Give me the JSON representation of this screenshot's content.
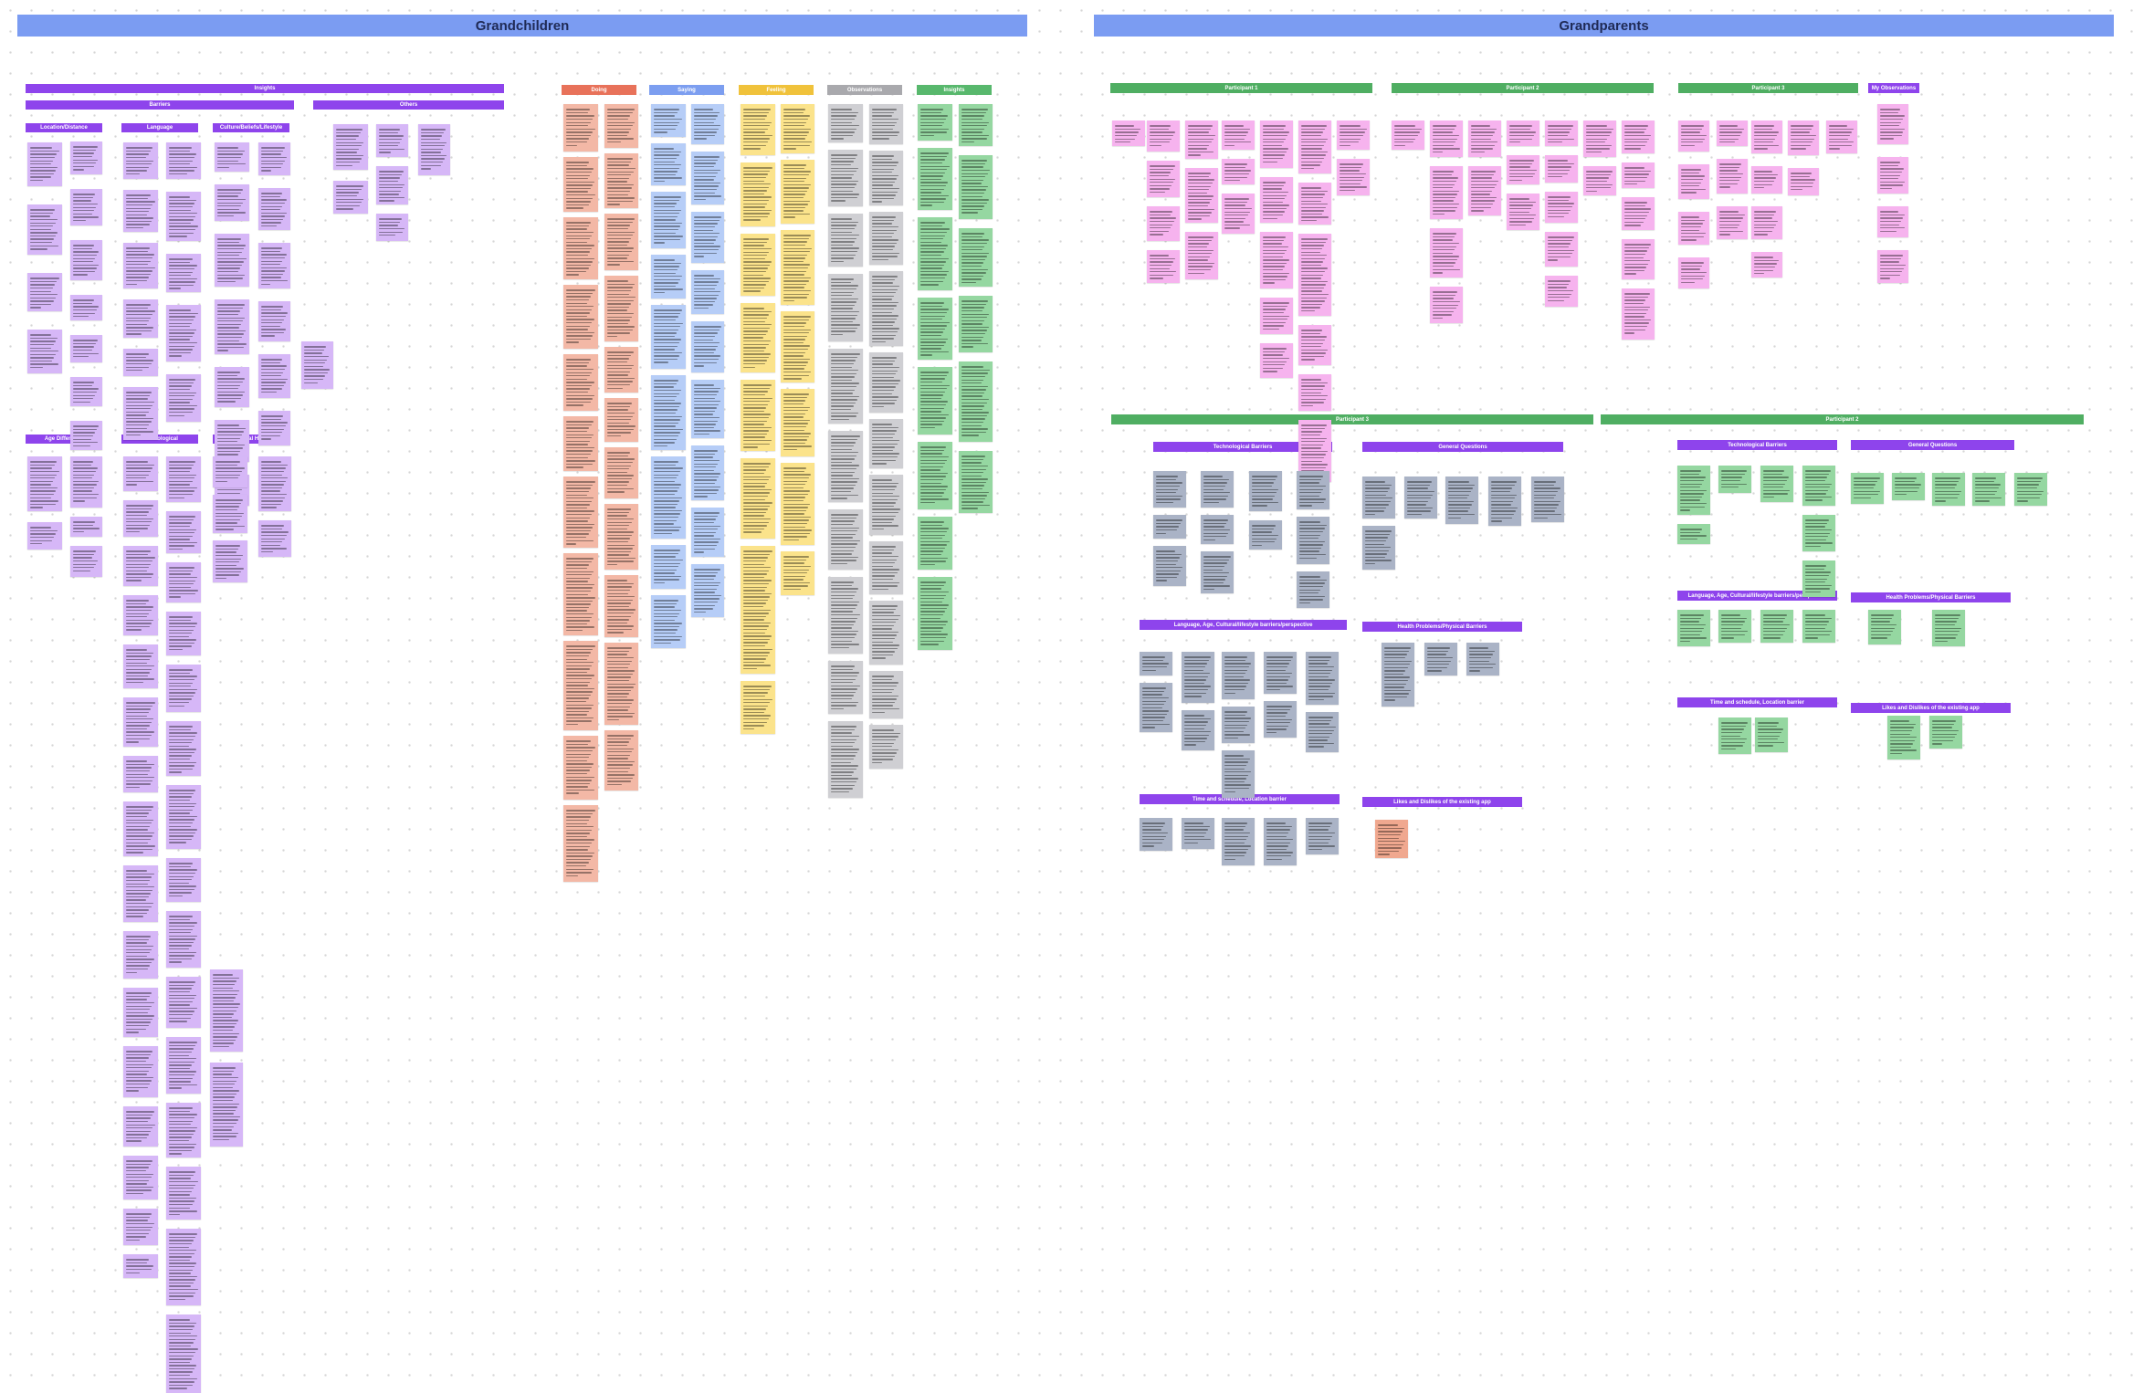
{
  "banners": {
    "grandchildren": "Grandchildren",
    "grandparents": "Grandparents"
  },
  "insights": {
    "title": "Insights",
    "barriers": "Barriers",
    "others": "Others",
    "groups": [
      "Location/Distance",
      "Language",
      "Culture/Beliefs/Lifestyle",
      "Age Difference",
      "Technological",
      "Physical Health"
    ]
  },
  "columns": [
    "Doing",
    "Saying",
    "Feeling",
    "Observations",
    "Insights"
  ],
  "participants": {
    "top": [
      "Participant 1",
      "Participant 2",
      "Participant 3",
      "My Observations"
    ],
    "bottom": [
      "Participant 3",
      "Participant 2"
    ]
  },
  "clusters": {
    "left": [
      "Technological Barriers",
      "General Questions",
      "Language, Age, Cultural/lifestyle barriers/perspective",
      "Health Problems/Physical Barriers",
      "Time and schedule, Location barrier",
      "Likes and Dislikes of the existing app"
    ],
    "right": [
      "Technological Barriers",
      "General Questions",
      "Language, Age, Cultural/lifestyle barriers/perspective",
      "Health Problems/Physical Barriers",
      "Time and schedule, Location barrier",
      "Likes and Dislikes of the existing app"
    ]
  },
  "colors": {
    "banner": "#7b9cf2",
    "purple": "#8e44ec",
    "green": "#4fae62",
    "lavender_note": "#d6b7f7",
    "pink_note": "#f6b3ee",
    "salmon_note": "#f3b8a6",
    "blue_note": "#b6cdf7",
    "yellow_note": "#fbe38b",
    "grey_note": "#cfcfd3",
    "slate_note": "#aab3c6",
    "green_note": "#95d7a1"
  }
}
